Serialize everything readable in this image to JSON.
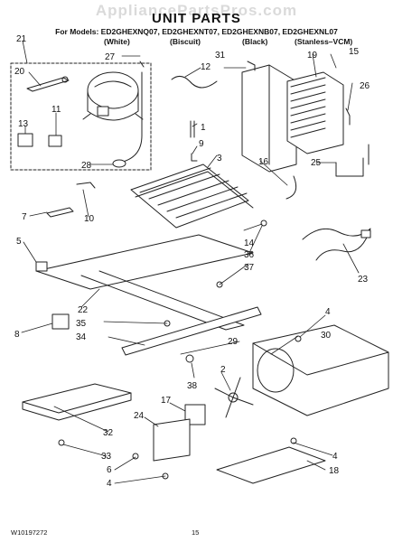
{
  "watermark": "AppliancePartsPros.com",
  "title": "UNIT PARTS",
  "models_line": "For Models: ED2GHEXNQ07, ED2GHEXNT07, ED2GHEXNB07, ED2GHEXNL07",
  "colors": [
    "(White)",
    "(Biscuit)",
    "(Black)",
    "(Stanless–VCM)"
  ],
  "footer_left": "W10197272",
  "footer_page": "15",
  "callouts": [
    "1",
    "2",
    "3",
    "4",
    "5",
    "6",
    "7",
    "8",
    "9",
    "10",
    "11",
    "12",
    "13",
    "14",
    "15",
    "16",
    "17",
    "18",
    "19",
    "20",
    "21",
    "22",
    "23",
    "24",
    "25",
    "26",
    "27",
    "28",
    "29",
    "30",
    "31",
    "32",
    "33",
    "34",
    "35",
    "36",
    "37",
    "38"
  ]
}
